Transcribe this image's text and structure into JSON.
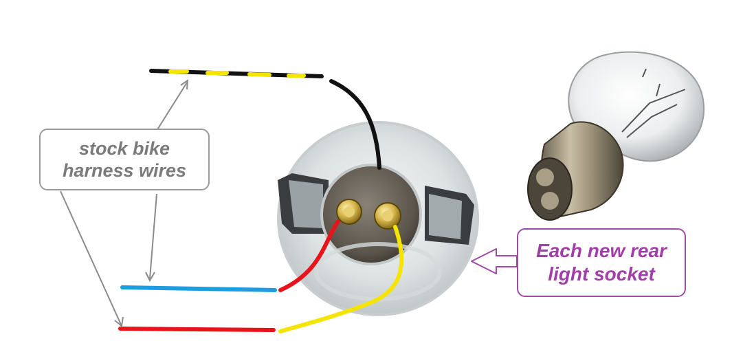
{
  "labels": {
    "harness_line1": "stock bike",
    "harness_line2": "harness wires",
    "socket_line1": "Each new rear",
    "socket_line2": "light socket"
  },
  "colors": {
    "wire_black": "#111111",
    "wire_yellow": "#f4e400",
    "wire_blue": "#1e9ce0",
    "wire_red": "#e8141c",
    "pointer_gray": "#8a8a8a",
    "pointer_purple": "#a24aa6"
  },
  "icons": {
    "socket": "bayonet-lamp-socket",
    "bulb": "dual-filament-bulb"
  }
}
